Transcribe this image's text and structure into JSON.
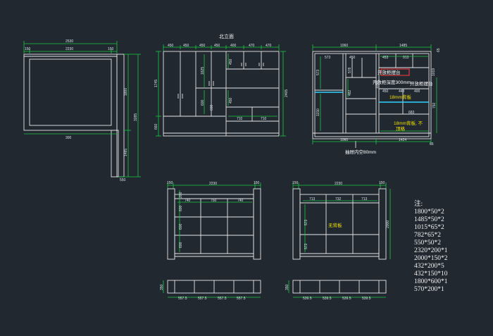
{
  "views": {
    "side": {
      "top_dims": [
        "2530",
        "2230",
        "150",
        "150"
      ],
      "bottom_dim": "300",
      "right_dims": [
        "1800",
        "3285",
        "1485",
        "550"
      ]
    },
    "north": {
      "title": "北立面",
      "top_dims": [
        "450",
        "450",
        "450",
        "450",
        "400",
        "470",
        "470"
      ],
      "left_dims": [
        "1745",
        "660"
      ],
      "right_dim": "2405",
      "inner_dims": [
        "1825",
        "600",
        "450",
        "600",
        "450",
        "710",
        "710"
      ]
    },
    "cabinet": {
      "top_dims": [
        "1060",
        "1485",
        "65"
      ],
      "inner_dims": [
        "573",
        "450",
        "453",
        "913",
        "573",
        "578",
        "482",
        "1056",
        "450",
        "448",
        "400",
        "1019",
        "1150",
        "683",
        "792"
      ],
      "labels": {
        "open1": "开放柜摆台",
        "open2": "开放柜摆台",
        "depth": "开放柜深度300mm",
        "back18": "18mm背板",
        "back18b_l1": "18mm背板, 不",
        "back18b_l2": "顶格",
        "drawer": "抽屉内空80mm"
      },
      "bottom_dims": [
        "1060",
        "1424",
        "65"
      ]
    },
    "front_a": {
      "top_dims": [
        "150",
        "2230",
        "150"
      ],
      "inner_dims": [
        "740",
        "750",
        "740",
        "200",
        "600",
        "600",
        "600"
      ],
      "plan_dims": [
        "557.5",
        "557.5",
        "557.5",
        "557.5",
        "350"
      ]
    },
    "front_b": {
      "top_dims": [
        "150",
        "2230",
        "150"
      ],
      "inner_dims": [
        "713",
        "732",
        "713",
        "573",
        "573",
        "2000"
      ],
      "center_label": "无背板",
      "plan_dims": [
        "539.5",
        "539.5",
        "539.5",
        "539.5",
        "350"
      ]
    }
  },
  "notes": {
    "heading": "注:",
    "items": [
      "1800*50*2",
      "1485*50*2",
      "1015*65*2",
      "782*65*2",
      "550*50*2",
      "2320*200*1",
      "2000*150*2",
      "432*200*5",
      "432*150*10",
      "1800*600*1",
      "570*200*1"
    ]
  }
}
